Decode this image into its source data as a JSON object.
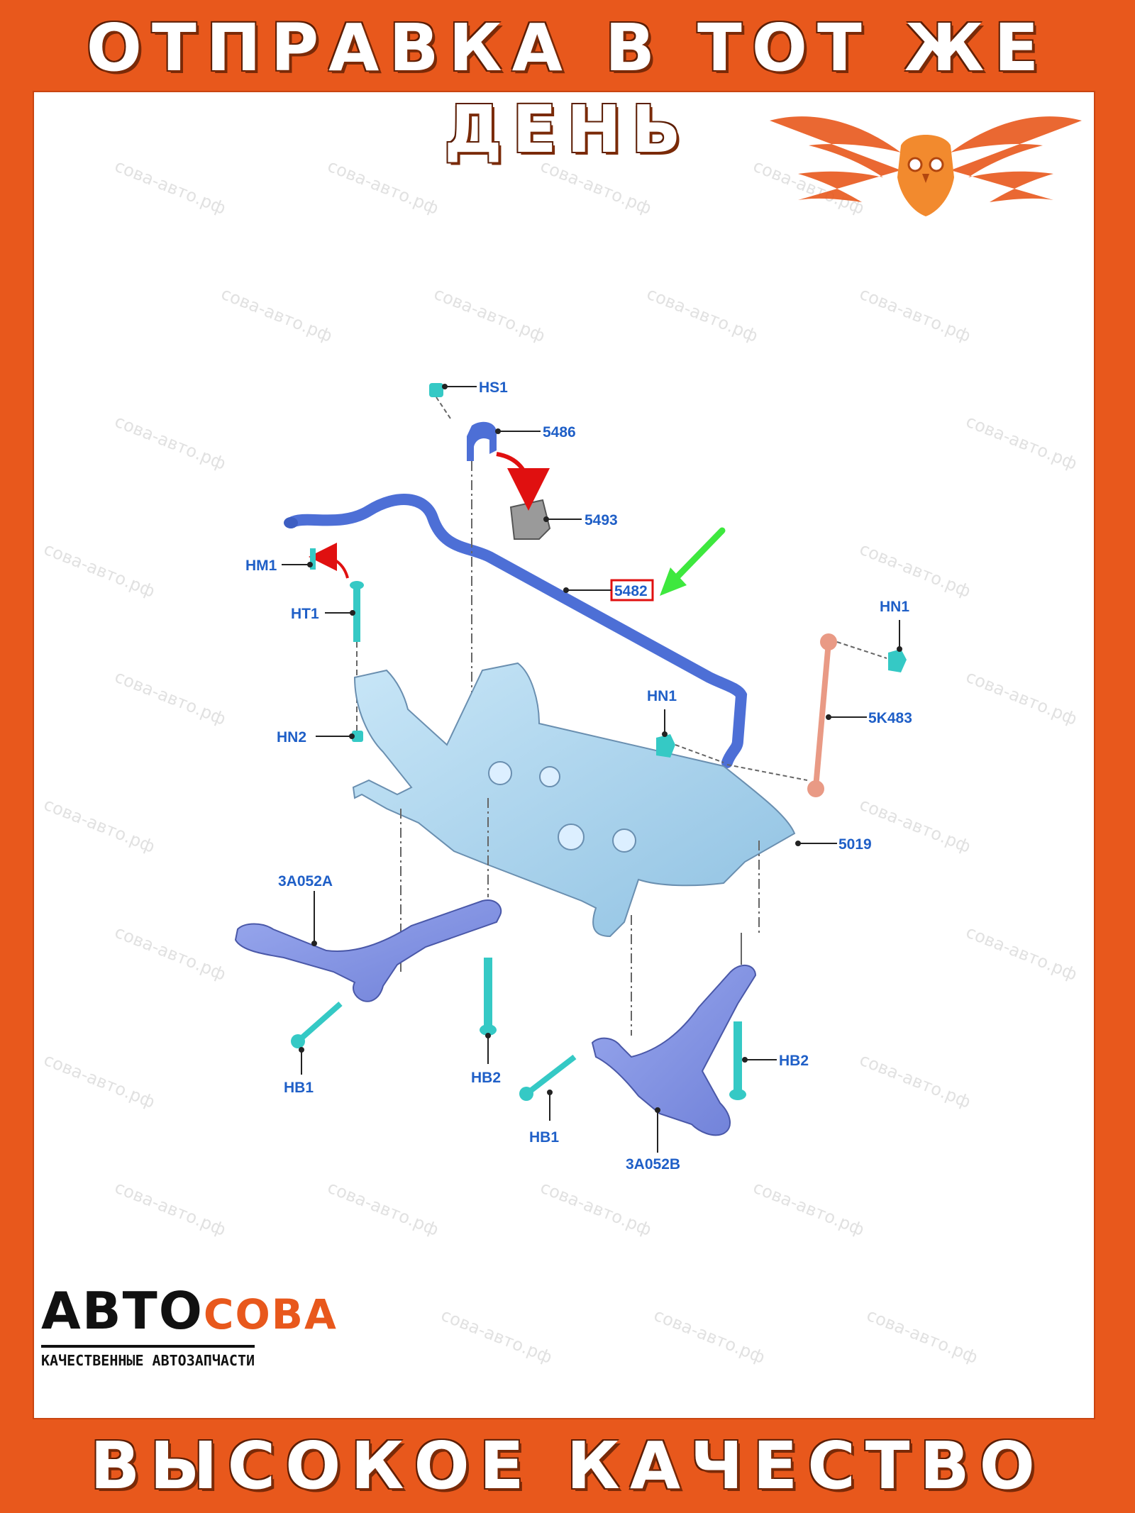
{
  "banners": {
    "top": "ОТПРАВКА В ТОТ ЖЕ ДЕНЬ",
    "bottom": "ВЫСОКОЕ КАЧЕСТВО"
  },
  "watermark_text": "сова-авто.рф",
  "brand": {
    "name_part1": "АВТО",
    "name_part2": "СОВА",
    "tagline": "КАЧЕСТВЕННЫЕ АВТОЗАПЧАСТИ",
    "logo_icon": "owl-wings-logo"
  },
  "callouts": {
    "hs1": "HS1",
    "p5486": "5486",
    "p5493": "5493",
    "hm1": "HM1",
    "ht1": "HT1",
    "p5482": "5482",
    "hn1_right": "HN1",
    "hn1_mid": "HN1",
    "hn2": "HN2",
    "p5k483": "5K483",
    "p5019": "5019",
    "p3a052a": "3A052A",
    "hb1_left": "HB1",
    "hb2_left": "HB2",
    "hb1_mid": "HB1",
    "hb2_right": "HB2",
    "p3a052b": "3A052B"
  },
  "colors": {
    "frame_orange": "#e8581c",
    "part_blue": "#4d6fd6",
    "subframe_blue": "#a9d3ee",
    "fastener_cyan": "#35c9c5",
    "link_salmon": "#e99a85",
    "label_blue": "#1f5fc7",
    "highlight_red": "#e01010",
    "pointer_green": "#3ee83e",
    "arrow_red": "#e01010"
  }
}
